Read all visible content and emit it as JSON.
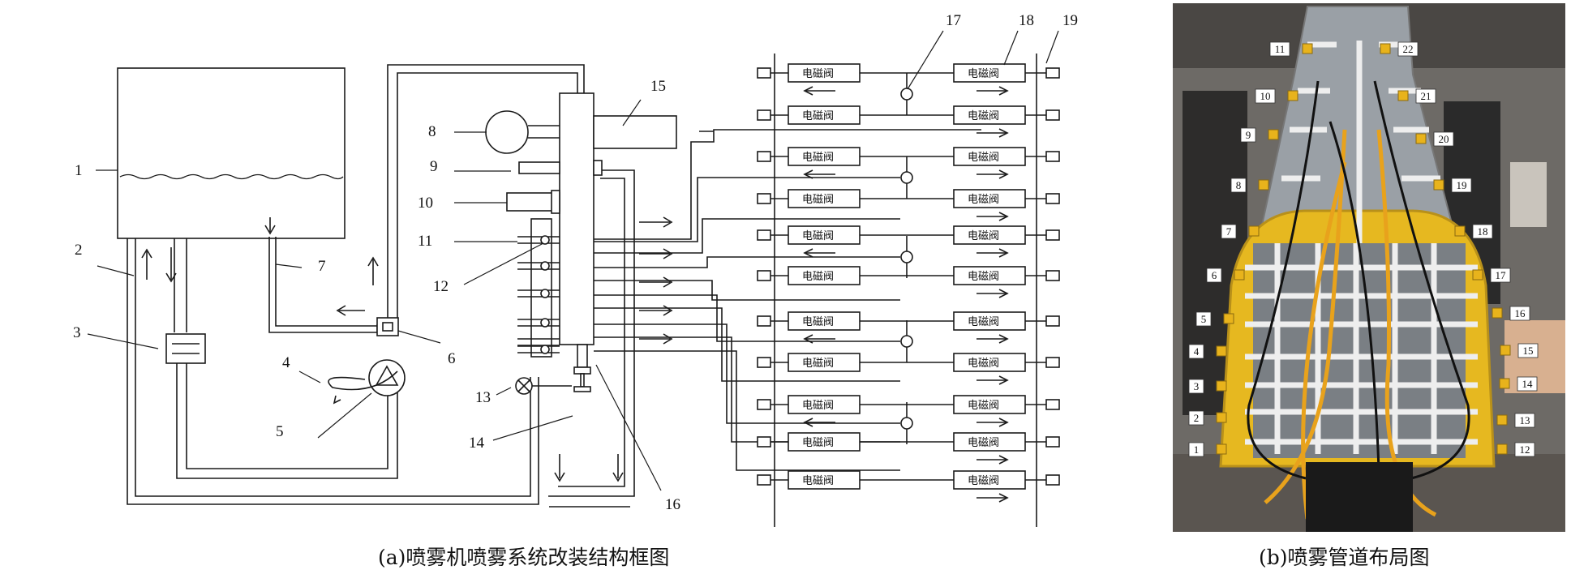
{
  "panel_a": {
    "caption": "(a)喷雾机喷雾系统改装结构框图",
    "callouts": [
      "1",
      "2",
      "3",
      "4",
      "5",
      "6",
      "7",
      "8",
      "9",
      "10",
      "11",
      "12",
      "13",
      "14",
      "15",
      "16",
      "17",
      "18",
      "19"
    ],
    "valve_label": "电磁阀"
  },
  "panel_b": {
    "caption": "(b)喷雾管道布局图",
    "nozzle_labels": [
      "1",
      "2",
      "3",
      "4",
      "5",
      "6",
      "7",
      "8",
      "9",
      "10",
      "11",
      "12",
      "13",
      "14",
      "15",
      "16",
      "17",
      "18",
      "19",
      "20",
      "21",
      "22"
    ]
  },
  "colors": {
    "line": "#1a1a1a",
    "hose_orange": "#e8a21c",
    "frame_yellow": "#e6b820",
    "plate_metal": "#9aa0a6",
    "wall": "#6d6a66",
    "floor": "#5a5550",
    "pipe_white": "#eeeeee"
  }
}
